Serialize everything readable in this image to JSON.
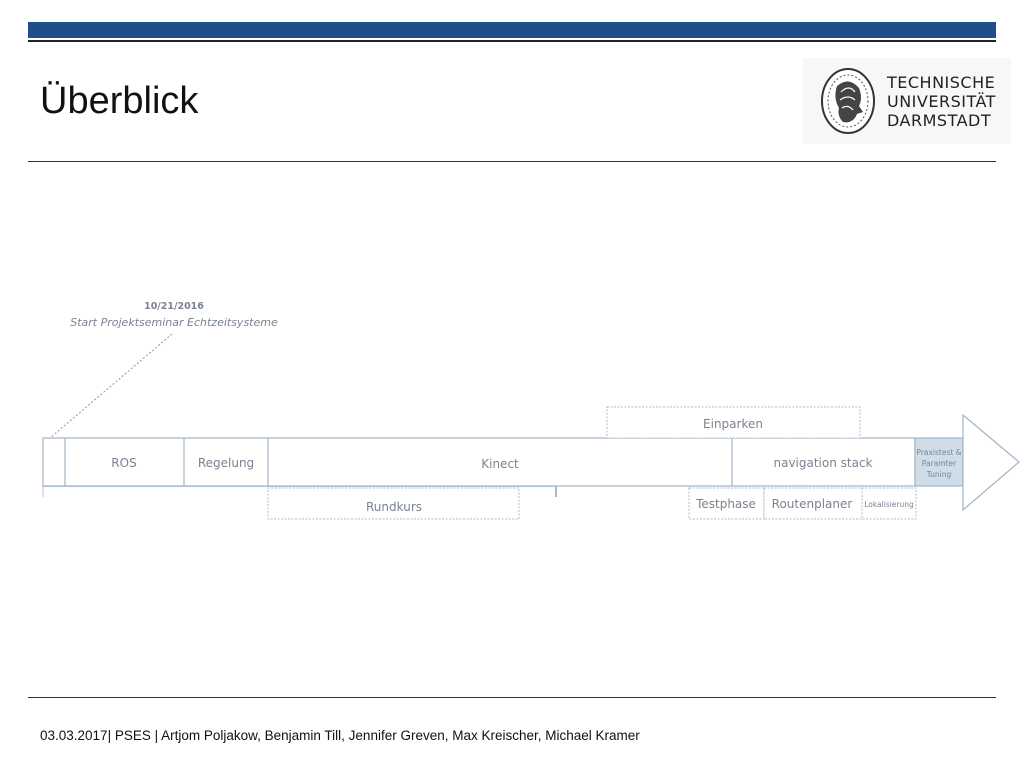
{
  "slide": {
    "title": "Überblick",
    "footer": "03.03.2017| PSES | Artjom Poljakow, Benjamin Till, Jennifer Greven, Max Kreischer, Michael Kramer"
  },
  "logo": {
    "line1": "TECHNISCHE",
    "line2": "UNIVERSITÄT",
    "line3": "DARMSTADT"
  },
  "timeline": {
    "milestone": {
      "date": "10/21/2016",
      "label": "Start Projektseminar Echtzeitsysteme"
    },
    "main_phases": [
      "ROS",
      "Regelung",
      "Kinect",
      "navigation stack"
    ],
    "final_phase": [
      "Praxistest &",
      "Paramter",
      "Tuning"
    ],
    "above_tasks": [
      "Einparken"
    ],
    "below_tasks": [
      "Rundkurs",
      "Testphase",
      "Routenplaner",
      "Lokalisierung"
    ]
  },
  "colors": {
    "primary": "#1f4e8c",
    "line": "#9fb4c8",
    "text": "#7a8390",
    "final_fill": "#cfdde9"
  }
}
